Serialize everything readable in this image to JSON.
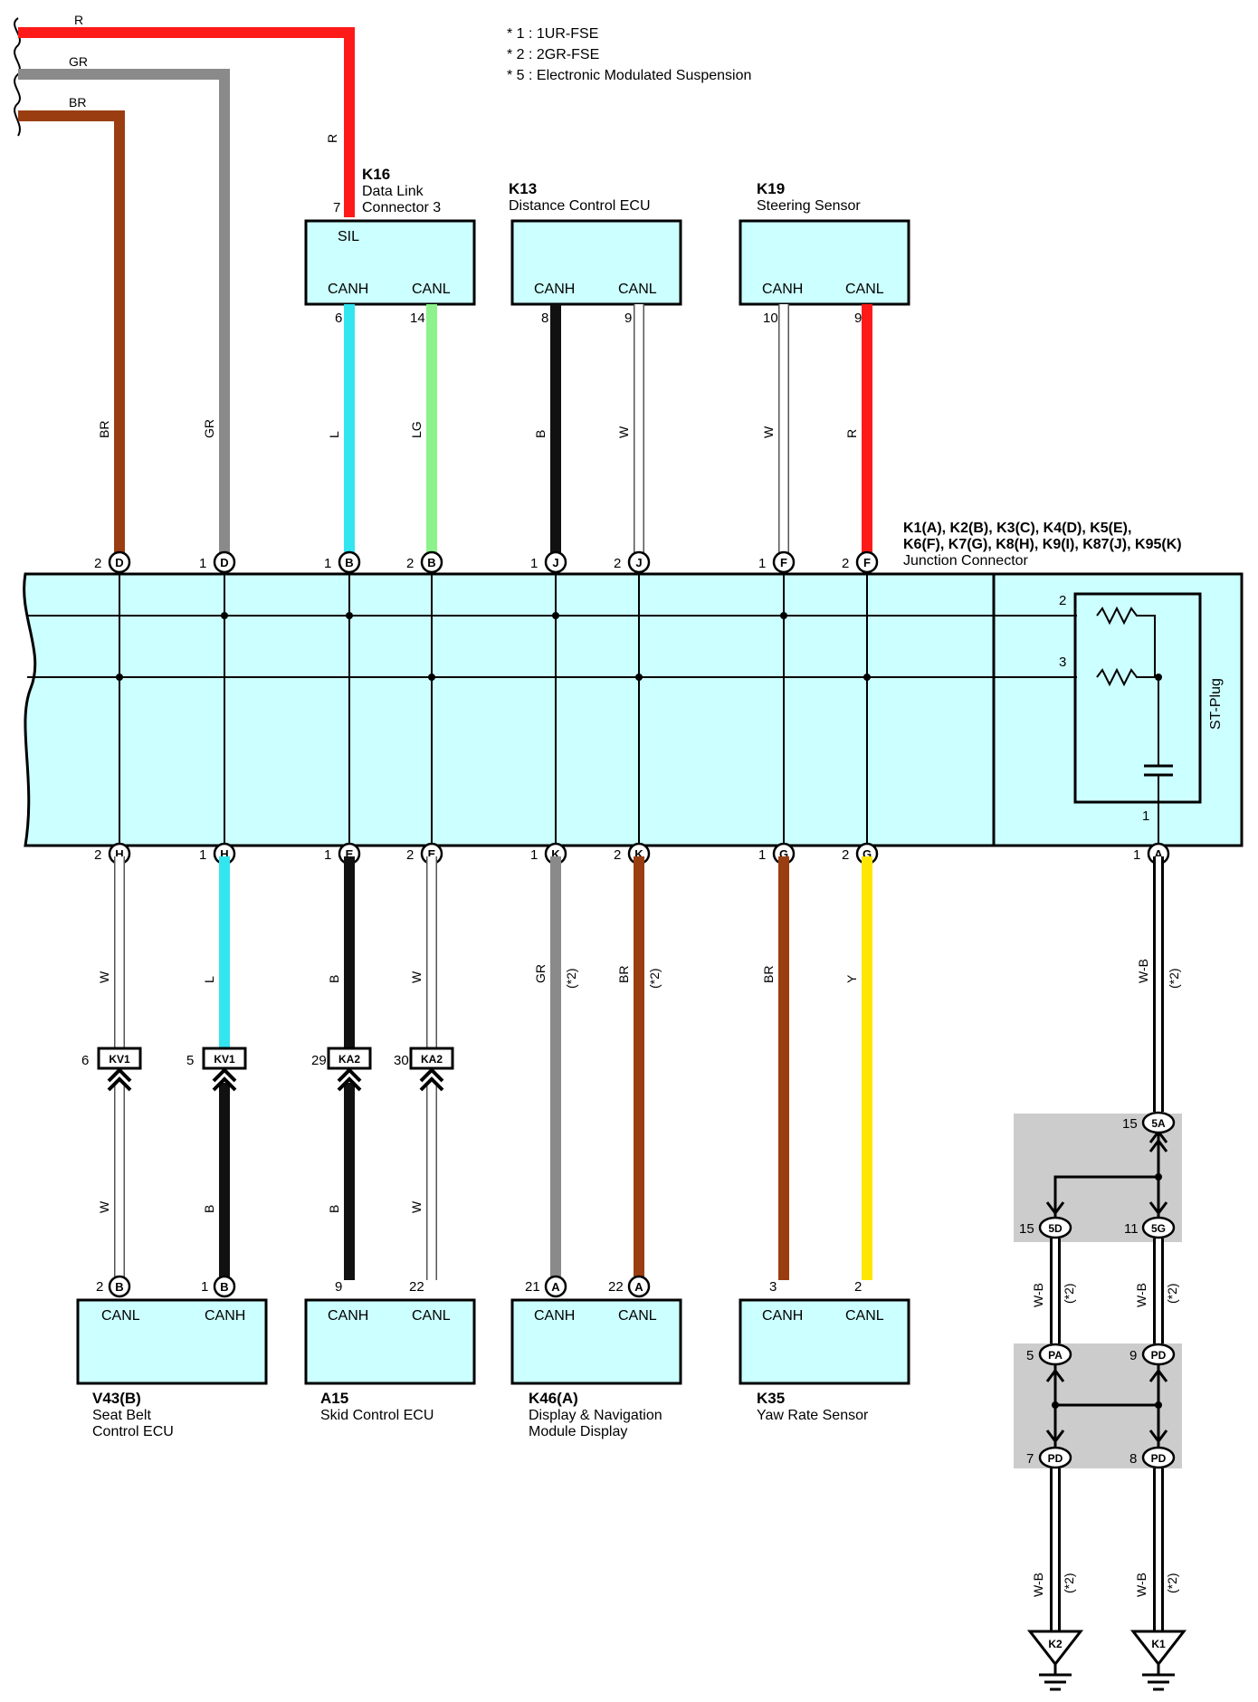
{
  "notes": [
    "* 1 : 1UR-FSE",
    "* 2 : 2GR-FSE",
    "* 5 : Electronic Modulated Suspension"
  ],
  "top_wires": [
    {
      "label": "R",
      "color": "#ff1a1a"
    },
    {
      "label": "GR",
      "color": "#8a8a8a"
    },
    {
      "label": "BR",
      "color": "#9a3e12"
    }
  ],
  "components": {
    "k16": {
      "ref": "K16",
      "name1": "Data Link",
      "name2": "Connector 3",
      "pin_sil": "7",
      "sil": "SIL",
      "left_label": "CANH",
      "right_label": "CANL",
      "left_pin": "6",
      "right_pin": "14"
    },
    "k13": {
      "ref": "K13",
      "name1": "Distance Control ECU",
      "left_label": "CANH",
      "right_label": "CANL",
      "left_pin": "8",
      "right_pin": "9"
    },
    "k19": {
      "ref": "K19",
      "name1": "Steering Sensor",
      "left_label": "CANH",
      "right_label": "CANL",
      "left_pin": "10",
      "right_pin": "9"
    },
    "v43": {
      "ref": "V43(B)",
      "name1": "Seat Belt",
      "name2": "Control ECU",
      "left_label": "CANL",
      "right_label": "CANH",
      "left_pin": "2",
      "right_pin": "1",
      "left_circ": "B",
      "right_circ": "B"
    },
    "a15": {
      "ref": "A15",
      "name1": "Skid Control ECU",
      "left_label": "CANH",
      "right_label": "CANL",
      "left_pin": "9",
      "right_pin": "22"
    },
    "k46": {
      "ref": "K46(A)",
      "name1": "Display & Navigation",
      "name2": "Module Display",
      "left_label": "CANH",
      "right_label": "CANL",
      "left_pin": "21",
      "right_pin": "22",
      "left_circ": "A",
      "right_circ": "A"
    },
    "k35": {
      "ref": "K35",
      "name1": "Yaw Rate Sensor",
      "left_label": "CANH",
      "right_label": "CANL",
      "left_pin": "3",
      "right_pin": "2"
    }
  },
  "junction": {
    "line1": "K1(A), K2(B), K3(C), K4(D), K5(E),",
    "line2": "K6(F), K7(G), K8(H), K9(I), K87(J), K95(K)",
    "line3": "Junction Connector",
    "st_plug": "ST-Plug",
    "pin_2": "2",
    "pin_3": "3",
    "pin_1": "1"
  },
  "upper_wires": [
    {
      "pin": "2",
      "circ": "D",
      "label": "BR",
      "color": "#9a3e12"
    },
    {
      "pin": "1",
      "circ": "D",
      "label": "GR",
      "color": "#8a8a8a"
    },
    {
      "pin": "1",
      "circ": "B",
      "label": "L",
      "color": "#33e5ef"
    },
    {
      "pin": "2",
      "circ": "B",
      "label": "LG",
      "color": "#8cf28c"
    },
    {
      "pin": "1",
      "circ": "J",
      "label": "B",
      "color": "#111111"
    },
    {
      "pin": "2",
      "circ": "J",
      "label": "W",
      "color": "#ffffff"
    },
    {
      "pin": "1",
      "circ": "F",
      "label": "W",
      "color": "#ffffff"
    },
    {
      "pin": "2",
      "circ": "F",
      "label": "R",
      "color": "#ff1a1a"
    }
  ],
  "lower_wires": [
    {
      "pin": "2",
      "circ": "H",
      "label": "W",
      "color": "#ffffff",
      "note": ""
    },
    {
      "pin": "1",
      "circ": "H",
      "label": "L",
      "color": "#33e5ef",
      "note": ""
    },
    {
      "pin": "1",
      "circ": "E",
      "label": "B",
      "color": "#111111",
      "note": ""
    },
    {
      "pin": "2",
      "circ": "E",
      "label": "W",
      "color": "#ffffff",
      "note": ""
    },
    {
      "pin": "1",
      "circ": "K",
      "label": "GR",
      "color": "#8a8a8a",
      "note": "(*2)"
    },
    {
      "pin": "2",
      "circ": "K",
      "label": "BR",
      "color": "#9a3e12",
      "note": "(*2)"
    },
    {
      "pin": "1",
      "circ": "G",
      "label": "BR",
      "color": "#9a3e12",
      "note": ""
    },
    {
      "pin": "2",
      "circ": "G",
      "label": "Y",
      "color": "#ffe600",
      "note": ""
    },
    {
      "pin": "1",
      "circ": "A",
      "label": "W-B",
      "color": "#ffffff",
      "note": "(*2)"
    }
  ],
  "inline_connectors": [
    {
      "pin": "6",
      "name": "KV1",
      "below_label": "W"
    },
    {
      "pin": "5",
      "name": "KV1",
      "below_label": "B"
    },
    {
      "pin": "29",
      "name": "KA2",
      "below_label": "B"
    },
    {
      "pin": "30",
      "name": "KA2",
      "below_label": "W"
    }
  ],
  "ground_path": {
    "c5a": {
      "pin": "15",
      "name": "5A"
    },
    "c5d": {
      "pin": "15",
      "name": "5D"
    },
    "c5g": {
      "pin": "11",
      "name": "5G"
    },
    "cpa": {
      "pin": "5",
      "name": "PA"
    },
    "cpd_top": {
      "pin": "9",
      "name": "PD"
    },
    "cpd_l": {
      "pin": "7",
      "name": "PD"
    },
    "cpd_r": {
      "pin": "8",
      "name": "PD"
    },
    "wire_label": "W-B",
    "wire_note": "(*2)",
    "ground_left": "K2",
    "ground_right": "K1"
  }
}
